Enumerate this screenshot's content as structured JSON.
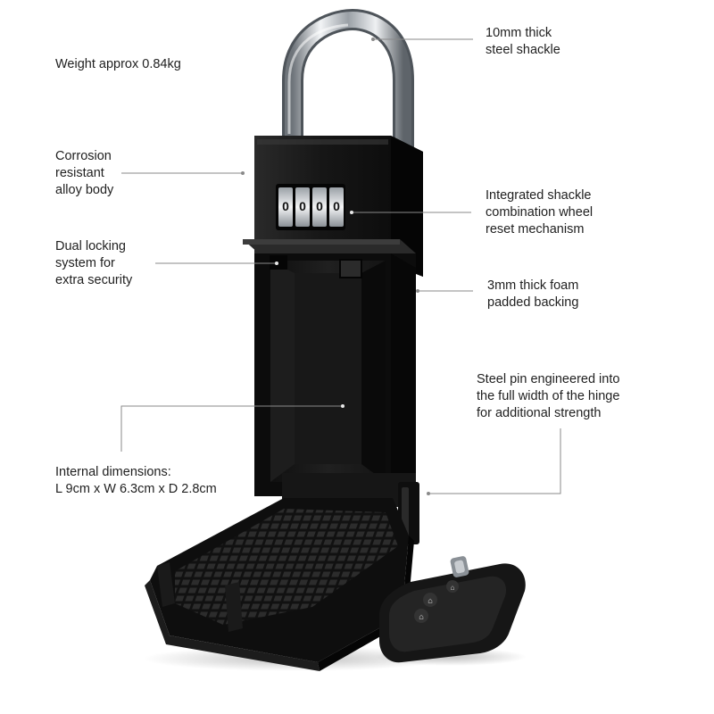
{
  "callouts": {
    "weight": {
      "lines": [
        "Weight approx 0.84kg"
      ]
    },
    "shackle": {
      "lines": [
        "10mm thick",
        "steel shackle"
      ]
    },
    "body": {
      "lines": [
        "Corrosion",
        "resistant",
        "alloy body"
      ]
    },
    "reset": {
      "lines": [
        "Integrated shackle",
        "combination wheel",
        "reset mechanism"
      ]
    },
    "locking": {
      "lines": [
        "Dual locking",
        "system for",
        "extra security"
      ]
    },
    "foam": {
      "lines": [
        "3mm thick foam",
        "padded backing"
      ]
    },
    "hinge": {
      "lines": [
        "Steel pin engineered into",
        "the full width of the hinge",
        "for additional strength"
      ]
    },
    "dimensions": {
      "lines": [
        "Internal dimensions:",
        "L 9cm x W 6.3cm x D 2.8cm"
      ]
    }
  },
  "colors": {
    "background": "#ffffff",
    "text": "#1f1f1f",
    "leader_line": "#8a8a8a",
    "lockbox_body": "#1c1c1c",
    "shackle_chrome": "#c8ccd0"
  }
}
